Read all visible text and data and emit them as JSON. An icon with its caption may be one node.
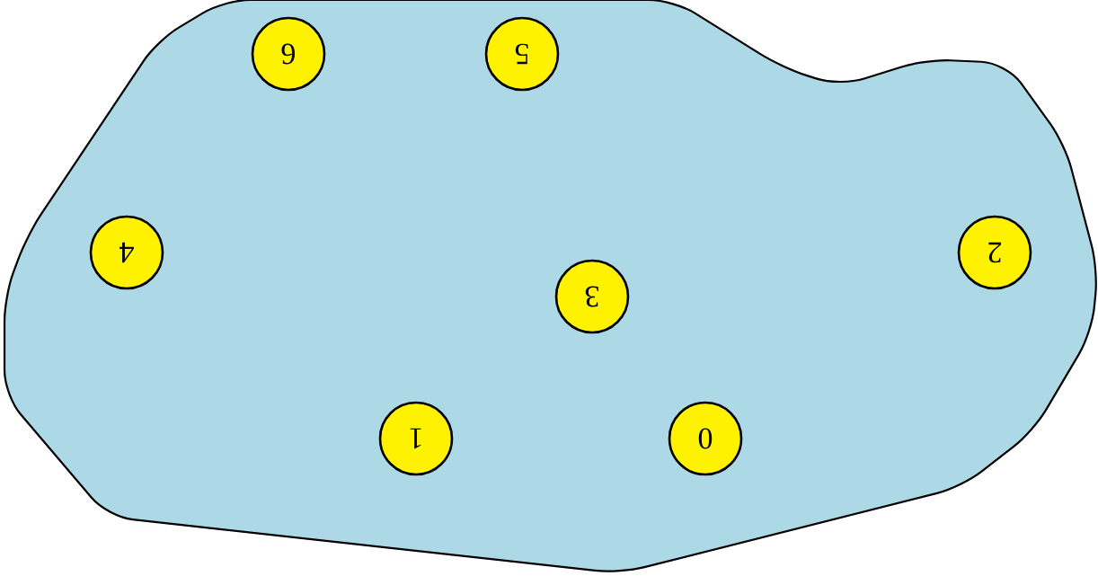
{
  "diagram": {
    "nodes": [
      {
        "text": [],
        "shape": "polygon"
      },
      {
        "text": [
          "6"
        ],
        "in": 0
      },
      {
        "text": [
          "5"
        ],
        "in": 0
      },
      {
        "text": [
          "4"
        ],
        "in": 0
      },
      {
        "text": [
          "2"
        ],
        "in": 0
      },
      {
        "text": [
          "3"
        ],
        "in": 0
      },
      {
        "text": [
          "1"
        ],
        "in": 0
      },
      {
        "text": [
          "0"
        ],
        "in": 0
      }
    ]
  }
}
